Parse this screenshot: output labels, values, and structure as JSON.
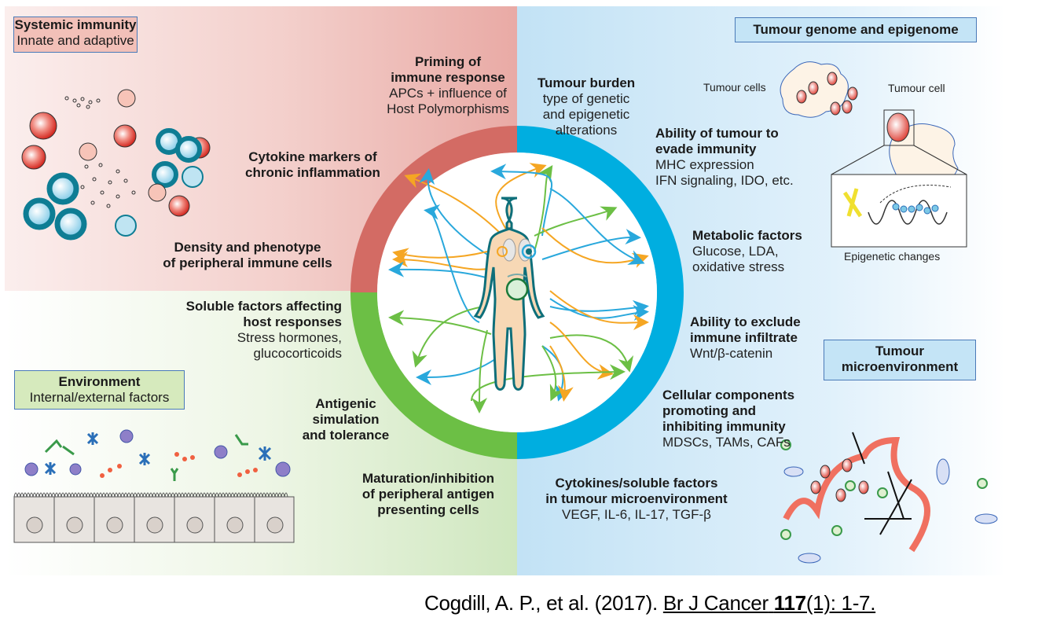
{
  "figure": {
    "quadrants": {
      "systemic_immunity": {
        "box_title": "Systemic immunity",
        "box_subtitle": "Innate and adaptive",
        "color": "#d36b64",
        "labels": [
          {
            "title": "Priming of immune response",
            "title_lines": [
              "Priming of",
              "immune response"
            ],
            "subtitle_lines": [
              "APCs + influence of",
              "Host Polymorphisms"
            ]
          },
          {
            "title_lines": [
              "Cytokine markers of",
              "chronic inflammation"
            ],
            "subtitle_lines": []
          },
          {
            "title_lines": [
              "Density and phenotype",
              "of peripheral immune cells"
            ],
            "subtitle_lines": []
          }
        ]
      },
      "tumour_genome": {
        "box_title": "Tumour genome and epigenome",
        "color": "#00aee0",
        "illustration_labels": {
          "tumour_cells": "Tumour cells",
          "tumour_cell": "Tumour cell",
          "epigenetic_changes": "Epigenetic changes"
        },
        "labels": [
          {
            "title_lines": [
              "Tumour burden"
            ],
            "subtitle_lines": [
              "type of genetic",
              "and epigenetic",
              "alterations"
            ]
          },
          {
            "title_lines": [
              "Ability of tumour to",
              "evade immunity"
            ],
            "subtitle_lines": [
              "MHC expression",
              "IFN signaling, IDO, etc."
            ]
          },
          {
            "title_lines": [
              "Metabolic factors"
            ],
            "subtitle_lines": [
              "Glucose, LDA,",
              "oxidative stress"
            ]
          }
        ]
      },
      "environment": {
        "box_title": "Environment",
        "box_subtitle": "Internal/external factors",
        "color": "#6cbf45",
        "labels": [
          {
            "title_lines": [
              "Soluble factors affecting",
              "host responses"
            ],
            "subtitle_lines": [
              "Stress hormones,",
              "glucocorticoids"
            ]
          },
          {
            "title_lines": [
              "Antigenic",
              "simulation",
              "and tolerance"
            ],
            "subtitle_lines": []
          },
          {
            "title_lines": [
              "Maturation/inhibition",
              "of peripheral antigen",
              "presenting cells"
            ],
            "subtitle_lines": []
          }
        ]
      },
      "tumour_microenvironment": {
        "box_title_lines": [
          "Tumour",
          "microenvironment"
        ],
        "color": "#00aee0",
        "labels": [
          {
            "title_lines": [
              "Ability to exclude",
              "immune infiltrate"
            ],
            "subtitle_lines": [
              "Wnt/β-catenin"
            ]
          },
          {
            "title_lines": [
              "Cellular components",
              "promoting and",
              "inhibiting immunity"
            ],
            "subtitle_lines": [
              "MDSCs, TAMs, CAFs"
            ]
          },
          {
            "title_lines": [
              "Cytokines/soluble factors",
              "in tumour microenvironment"
            ],
            "subtitle_lines": [
              "VEGF, IL-6, IL-17, TGF-β"
            ]
          }
        ]
      }
    },
    "center_icon": "human-body-icon",
    "arrow_colors": {
      "orange": "#f5a623",
      "blue": "#29a8dc",
      "green": "#6cbf45"
    }
  },
  "citation": {
    "authors": "Cogdill, A. P., et al. (2017).",
    "journal": "Br J Cancer",
    "volume": "117",
    "issue_pages": "(1): 1-7."
  }
}
